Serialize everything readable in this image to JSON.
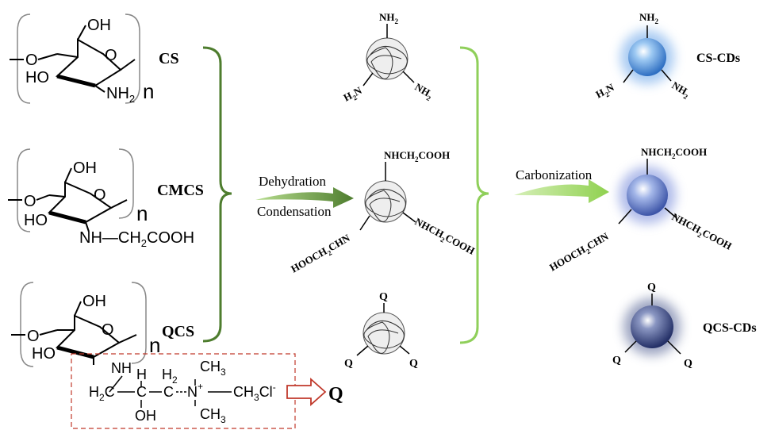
{
  "polymers": {
    "cs": {
      "label": "CS",
      "oh_top": "OH",
      "o_ring": "O",
      "o_link": "O",
      "ho": "HO",
      "nh2": "NH",
      "nh2_sub": "2",
      "n": "n"
    },
    "cmcs": {
      "label": "CMCS",
      "oh_top": "OH",
      "o_ring": "O",
      "o_link": "O",
      "ho": "HO",
      "sub": "NH—CH",
      "sub2": "2",
      "sub3": "COOH",
      "n": "n"
    },
    "qcs": {
      "label": "QCS",
      "oh_top": "OH",
      "o_ring": "O",
      "o_link": "O",
      "ho": "HO",
      "nh": "NH",
      "n": "n",
      "chain_h2c": "H",
      "chain_h2c_sub": "2",
      "chain_h2c_c": "C",
      "chain_h": "H",
      "chain_c": "C",
      "chain_h2": "H",
      "chain_h2_sub": "2",
      "chain_c2": "C",
      "chain_n": "N",
      "chain_plus": "+",
      "chain_ch3_top": "CH",
      "chain_ch3_top_sub": "3",
      "chain_ch3_mid": "CH",
      "chain_ch3_mid_sub": "3",
      "chain_cl": "Cl",
      "chain_cl_sup": "-",
      "chain_ch3_bot": "CH",
      "chain_ch3_bot_sub": "3",
      "chain_oh": "OH",
      "q_symbol": "Q"
    }
  },
  "step1": {
    "top": "Dehydration",
    "bottom": "Condensation"
  },
  "step2": {
    "label": "Carbonization"
  },
  "intermediates": {
    "nh2_top": "NH",
    "nh2_top_sub": "2",
    "nh2_left": "H",
    "nh2_left_sub": "2",
    "nh2_left_n": "N",
    "nh2_right": "NH",
    "nh2_right_sub": "2",
    "cm_top": "NHCH",
    "cm_top_sub": "2",
    "cm_top_tail": "COOH",
    "cm_left": "HOOCH",
    "cm_left_sub": "2",
    "cm_left_tail": "CHN",
    "cm_right": "NHCH",
    "cm_right_sub": "2",
    "cm_right_tail": "COOH",
    "q_top": "Q",
    "q_left": "Q",
    "q_right": "Q"
  },
  "products": {
    "cs_cds": "CS-CDs",
    "qcs_cds": "QCS-CDs",
    "nh2_top": "NH",
    "nh2_top_sub": "2",
    "nh2_left": "H",
    "nh2_left_sub": "2",
    "nh2_left_n": "N",
    "nh2_right": "NH",
    "nh2_right_sub": "2",
    "cm_top": "NHCH",
    "cm_top_sub": "2",
    "cm_top_tail": "COOH",
    "cm_left": "HOOCH",
    "cm_left_sub": "2",
    "cm_left_tail": "CHN",
    "cm_right": "NHCH",
    "cm_right_sub": "2",
    "cm_right_tail": "COOH",
    "q_top": "Q",
    "q_left": "Q",
    "q_right": "Q"
  },
  "colors": {
    "bracket_dark": "#4e7d2e",
    "bracket_light": "#8fcf5a",
    "arrow_dark": "#4e7d2e",
    "arrow_light": "#8fd14f",
    "dashed_box": "#c0392b",
    "hollow_arrow": "#c0392b",
    "dot_light": "#5aa0e6",
    "dot_dark": "#3a4f8a"
  }
}
